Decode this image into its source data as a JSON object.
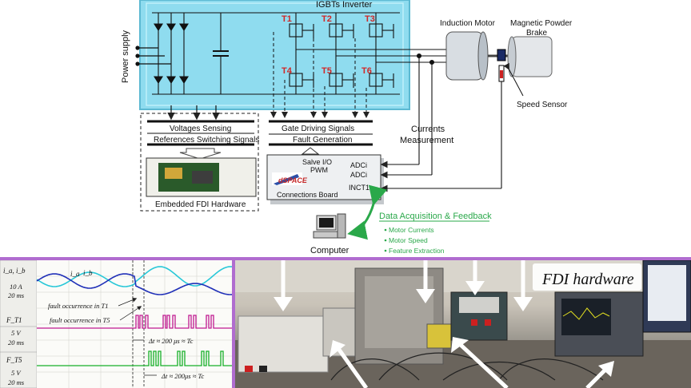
{
  "inverter": {
    "title": "IGBTs Inverter",
    "switches": [
      "T1",
      "T2",
      "T3",
      "T4",
      "T5",
      "T6"
    ]
  },
  "power_supply_label": "Power supply",
  "motor": {
    "label": "Induction Motor"
  },
  "brake": {
    "label_line1": "Magnetic Powder",
    "label_line2": "Brake"
  },
  "speed_sensor_label": "Speed Sensor",
  "currents_label": {
    "line1": "Currents",
    "line2": "Measurement"
  },
  "fdi_block": {
    "voltages": "Voltages Sensing",
    "references": "References Switching Signals",
    "hardware": "Embedded FDI Hardware"
  },
  "dspace_block": {
    "gate": "Gate Driving Signals",
    "fault": "Fault Generation",
    "slave": "Salve I/O",
    "pwm": "PWM",
    "logo": "dSPACE",
    "adc1": "ADCi",
    "adc2": "ADCi",
    "inct": "INCT1",
    "board": "Connections Board"
  },
  "computer_label": "Computer",
  "acquisition": {
    "title": "Data Acquisition & Feedback",
    "items": [
      "Motor Currents",
      "Motor Speed",
      "Feature Extraction"
    ]
  },
  "scope": {
    "ch1_label": "i_a, i_b",
    "ch1_scale1": "10 A",
    "ch1_scale2": "20 ms",
    "ia_label": "i_a",
    "ib_label": "i_b",
    "ft1_label": "F_T1",
    "ft1_scale1": "5 V",
    "ft1_scale2": "20 ms",
    "ft5_label": "F_T5",
    "ft5_scale1": "5 V",
    "ft5_scale2": "20 ms",
    "fault_t1": "fault occurrence in T1",
    "fault_t5": "fault occurrence in T5",
    "dt1": "Δt ≈ 200 μs ≈ Tc",
    "dt2": "Δt ≈ 200μs ≈ Tc"
  },
  "photo": {
    "fdi_label": "FDI hardware"
  },
  "colors": {
    "inverter_fill": "#8fdcef",
    "igbt_label": "#d02828",
    "green": "#2aa84a",
    "divider": "#b06ccf"
  }
}
